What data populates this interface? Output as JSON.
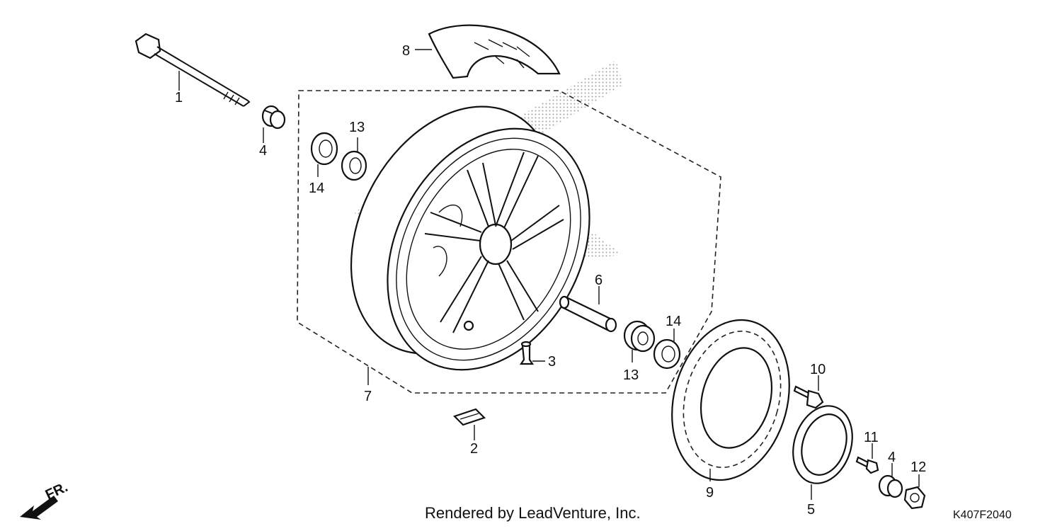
{
  "diagram": {
    "callouts": {
      "c1": "1",
      "c2": "2",
      "c3": "3",
      "c4a": "4",
      "c4b": "4",
      "c5": "5",
      "c6": "6",
      "c7": "7",
      "c8": "8",
      "c9": "9",
      "c10": "10",
      "c11": "11",
      "c12": "12",
      "c13a": "13",
      "c13b": "13",
      "c14a": "14",
      "c14b": "14"
    },
    "direction_label": "FR.",
    "footer_credit": "Rendered by LeadVenture, Inc.",
    "diagram_code": "K407F2040"
  }
}
